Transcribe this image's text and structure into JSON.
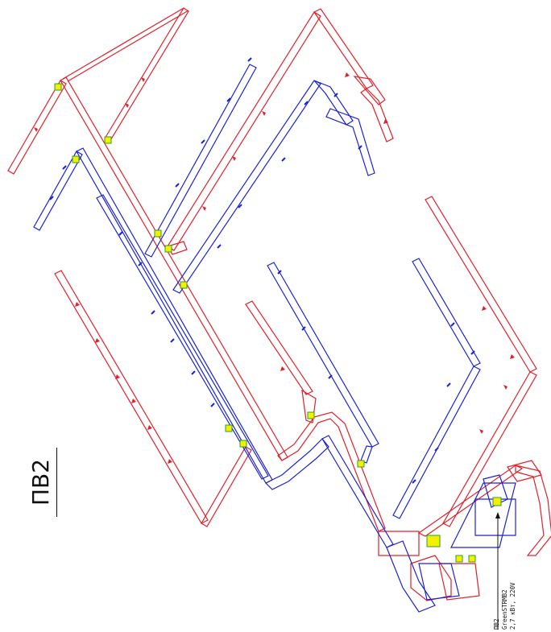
{
  "title": "ПВ2",
  "unit_label": {
    "line1": "ПВ2",
    "line2": "GreenSTRMB2",
    "line3": "2,7 кВт, 220V"
  },
  "colors": {
    "supply": "#e0202a",
    "exhaust": "#1a22d6",
    "marker": "#f5f000",
    "marker_outline": "#2aa02a",
    "ink": "#111111"
  },
  "icons": {
    "supply_arrow": "red-flow-arrow-icon",
    "exhaust_diffuser": "blue-diffuser-icon",
    "damper": "yellow-damper-icon"
  }
}
